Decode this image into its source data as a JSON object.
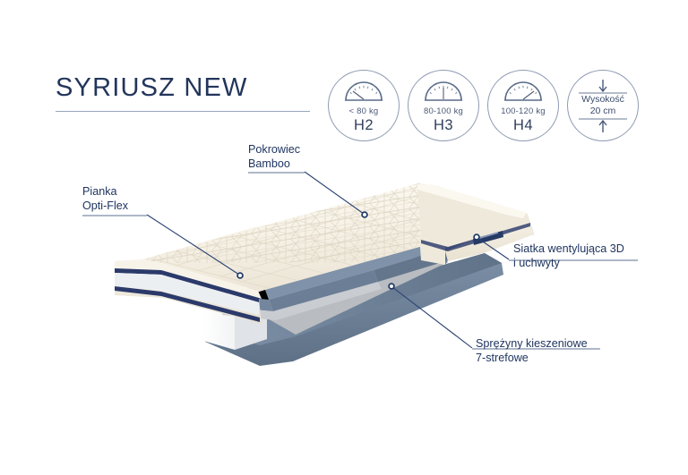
{
  "product": {
    "title": "SYRIUSZ NEW"
  },
  "badges": [
    {
      "id": "h2",
      "icon": "gauge-icon",
      "weight": "< 80 kg",
      "hardness": "H2",
      "needle": "low"
    },
    {
      "id": "h3",
      "icon": "gauge-icon",
      "weight": "80-100 kg",
      "hardness": "H3",
      "needle": "mid"
    },
    {
      "id": "h4",
      "icon": "gauge-icon",
      "weight": "100-120 kg",
      "hardness": "H4",
      "needle": "high"
    }
  ],
  "height_badge": {
    "icon": "height-arrows-icon",
    "line1": "Wysokość",
    "line2": "20 cm"
  },
  "callouts": [
    {
      "id": "pianka",
      "line1": "Pianka",
      "line2": "Opti-Flex"
    },
    {
      "id": "pokrowiec",
      "line1": "Pokrowiec",
      "line2": "Bamboo"
    },
    {
      "id": "siatka",
      "line1": "Siatka wentylująca 3D",
      "line2": "i uchwyty"
    },
    {
      "id": "sprezyny",
      "line1": "Sprężyny kieszeniowe",
      "line2": "7-strefowe"
    }
  ],
  "colors": {
    "title": "#22355b",
    "rule": "#9aa6bd",
    "callout_text": "#1f3560",
    "leader_line": "#2b4272",
    "badge_stroke": "#8f9bb3",
    "cover_cream": "#f4efe4",
    "foam_white": "#f2f3f5",
    "navy_piping": "#2b3a6b",
    "base_slate": "#6d8099",
    "spring_white": "#f0f1f3",
    "spring_pink": "#e5c8d4",
    "background": "#ffffff"
  },
  "illustration": {
    "name": "mattress-cutaway",
    "layers": [
      "Pokrowiec Bamboo",
      "Pianka Opti-Flex",
      "Sprężyny kieszeniowe 7-strefowe",
      "Siatka wentylująca 3D"
    ],
    "side_tag": "brand-tag"
  }
}
